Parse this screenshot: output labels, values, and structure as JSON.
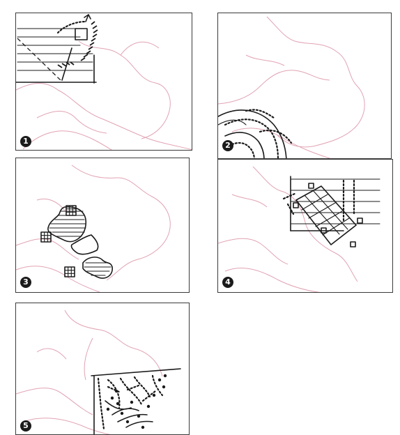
{
  "figure": {
    "panels": [
      {
        "number": "1"
      },
      {
        "number": "2"
      },
      {
        "number": "3"
      },
      {
        "number": "4"
      },
      {
        "number": "5"
      }
    ]
  },
  "colors": {
    "map_outline": "#e1a3b3",
    "sketch_ink": "#1a1a1a",
    "panel_border": "#3a3a3a",
    "badge_fill": "#1b1b1b"
  }
}
